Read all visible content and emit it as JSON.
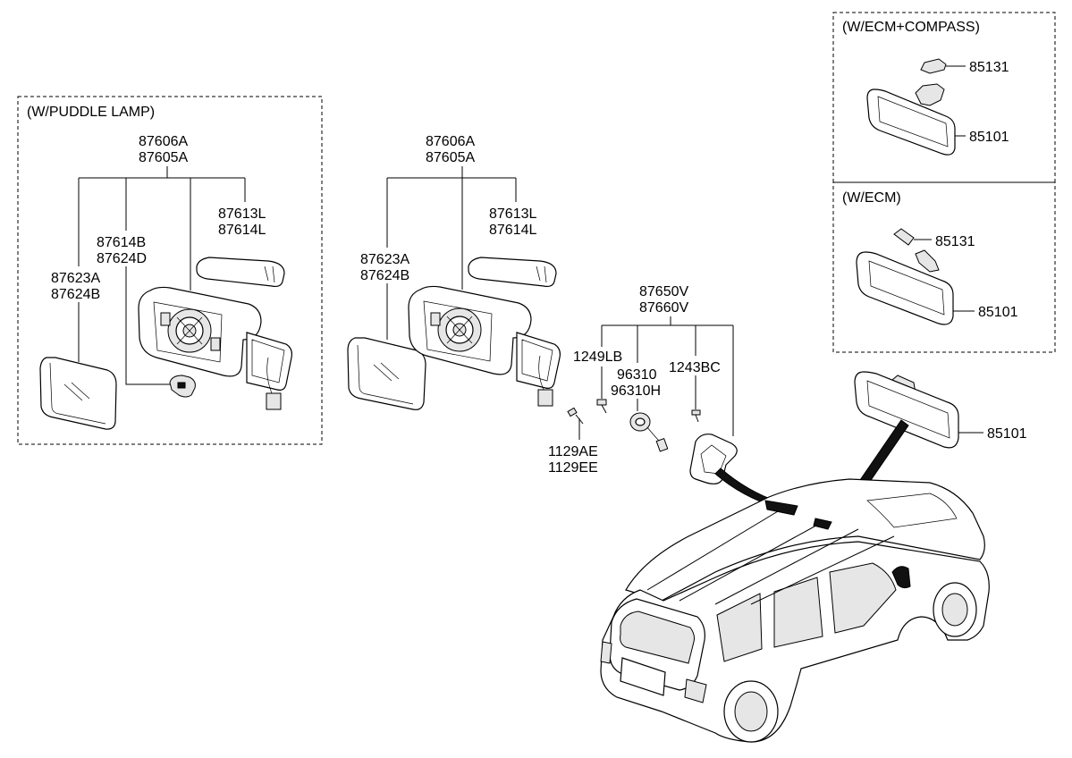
{
  "groups": {
    "puddle_lamp": "(W/PUDDLE LAMP)",
    "ecm_compass": "(W/ECM+COMPASS)",
    "ecm": "(W/ECM)"
  },
  "labels": {
    "left_87606A": "87606A",
    "left_87605A": "87605A",
    "left_87613L": "87613L",
    "left_87614L": "87614L",
    "left_87614B": "87614B",
    "left_87624D": "87624D",
    "left_87623A": "87623A",
    "left_87624B": "87624B",
    "mid_87606A": "87606A",
    "mid_87605A": "87605A",
    "mid_87613L": "87613L",
    "mid_87614L": "87614L",
    "mid_87623A": "87623A",
    "mid_87624B": "87624B",
    "p_87650V": "87650V",
    "p_87660V": "87660V",
    "p_1249LB": "1249LB",
    "p_96310": "96310",
    "p_96310H": "96310H",
    "p_1243BC": "1243BC",
    "p_1129AE": "1129AE",
    "p_1129EE": "1129EE",
    "c_85131": "85131",
    "c_85101": "85101",
    "e_85131": "85131",
    "e_85101": "85101",
    "b_85101": "85101"
  }
}
